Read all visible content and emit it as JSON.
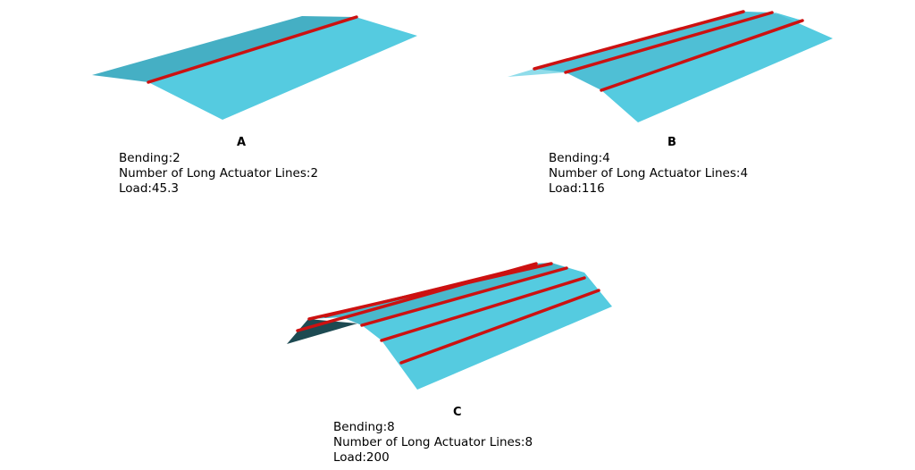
{
  "panels": [
    {
      "label": "A",
      "bending_text": "Bending:2",
      "lines_text": "Number of Long Actuator Lines:2",
      "load_text": "Load:45.3"
    },
    {
      "label": "B",
      "bending_text": "Bending:4",
      "lines_text": "Number of Long Actuator Lines:4",
      "load_text": "Load:116"
    },
    {
      "label": "C",
      "bending_text": "Bending:8",
      "lines_text": "Number of Long Actuator Lines:8",
      "load_text": "Load:200"
    }
  ],
  "colors": {
    "surface": "#55cbe0",
    "surface_shade": "#45afc4",
    "surface_dark": "#1d4a52",
    "actuator": "#cc1111"
  }
}
